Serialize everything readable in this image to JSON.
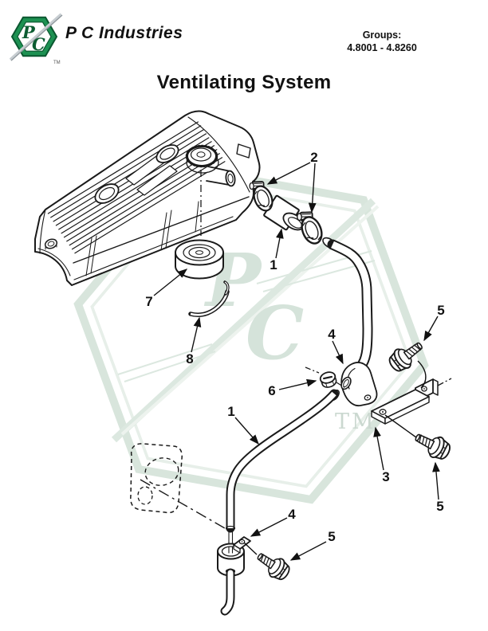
{
  "header": {
    "brand": "P C Industries",
    "groups_label": "Groups:",
    "groups_value": "4.8001 - 4.8260",
    "logo": {
      "letter_p": "P",
      "letter_c": "C",
      "tm": "TM"
    }
  },
  "title": "Ventilating System",
  "watermark": {
    "letter_p": "P",
    "letter_c": "C",
    "tm": "TM"
  },
  "colors": {
    "logo_green": "#1d9152",
    "logo_green_dark": "#0c5c31",
    "watermark_green": "#d8e5dc",
    "line": "#1a1a1a"
  },
  "callouts": [
    {
      "id": "hose-clamps",
      "label": "2"
    },
    {
      "id": "breather-hose",
      "label": "1"
    },
    {
      "id": "breather-element",
      "label": "7"
    },
    {
      "id": "vent-tube",
      "label": "8"
    },
    {
      "id": "bolt-upper-right",
      "label": "5"
    },
    {
      "id": "pipe-clamp-mid",
      "label": "4"
    },
    {
      "id": "nut",
      "label": "6"
    },
    {
      "id": "bracket",
      "label": "3"
    },
    {
      "id": "bolt-right",
      "label": "5"
    },
    {
      "id": "vent-pipe",
      "label": "1"
    },
    {
      "id": "pipe-clamp-lower",
      "label": "4"
    },
    {
      "id": "bolt-lower",
      "label": "5"
    }
  ]
}
